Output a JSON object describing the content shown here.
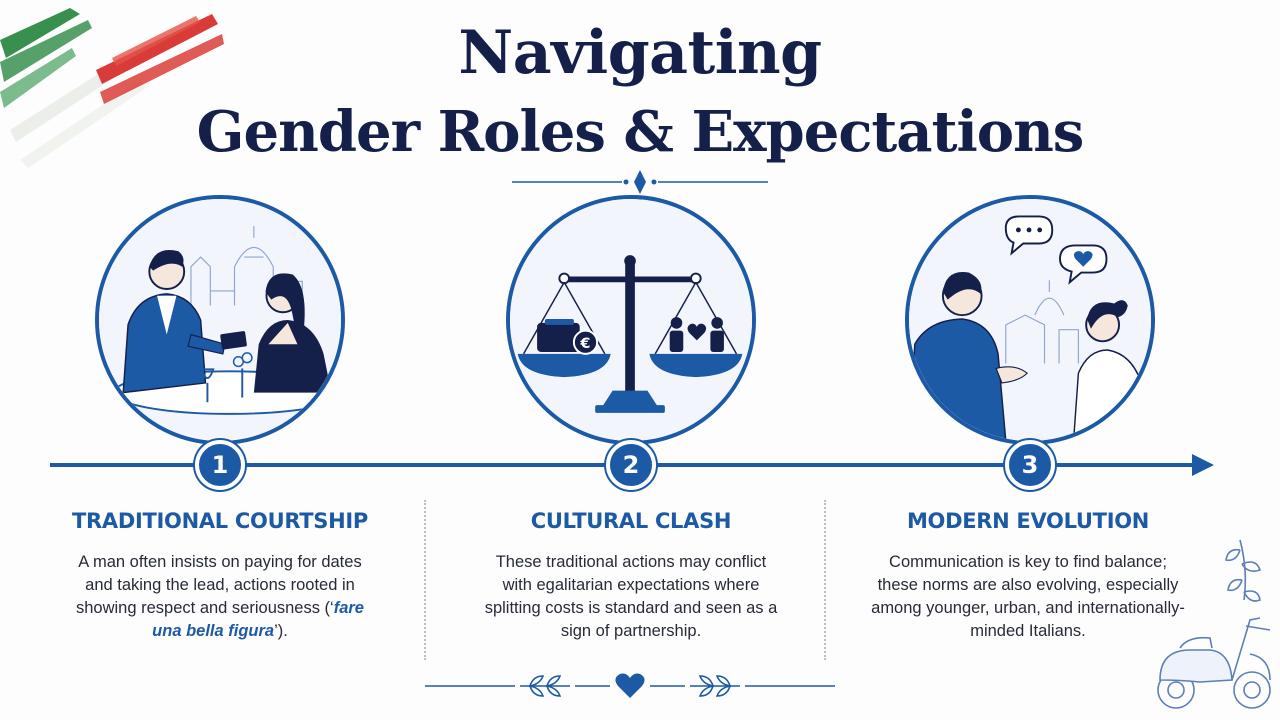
{
  "title": {
    "line1": "Navigating",
    "line2": "Gender Roles & Expectations"
  },
  "steps": [
    {
      "number": "1",
      "heading": "TRADITIONAL COURTSHIP",
      "text_before": "A man often insists on paying for dates and taking the lead, actions rooted in showing respect and seriousness (‘",
      "text_highlight": "fare una bella figura",
      "text_after": "’).",
      "illustration": "couple-dinner-card-payment"
    },
    {
      "number": "2",
      "heading": "CULTURAL CLASH",
      "text": "These traditional actions may conflict with egalitarian expectations where splitting costs is standard and seen as a sign of partnership.",
      "illustration": "balance-scale-wallet-euro-vs-couple-heart"
    },
    {
      "number": "3",
      "heading": "MODERN EVOLUTION",
      "text": "Communication is key to find balance; these norms are also evolving, especially among younger, urban, and internationally-minded Italians.",
      "illustration": "couple-talking-speech-bubbles"
    }
  ],
  "colors": {
    "primary_blue": "#1d5aa6",
    "title_navy": "#14204a",
    "flag_green": "#2e8b45",
    "flag_red": "#d8322e",
    "text_dark": "#262b36"
  },
  "icons": [
    "euro-icon",
    "wallet-icon",
    "heart-icon",
    "speech-bubble-icon",
    "scooter-icon",
    "leaf-ornament-icon",
    "diamond-ornament-icon"
  ]
}
